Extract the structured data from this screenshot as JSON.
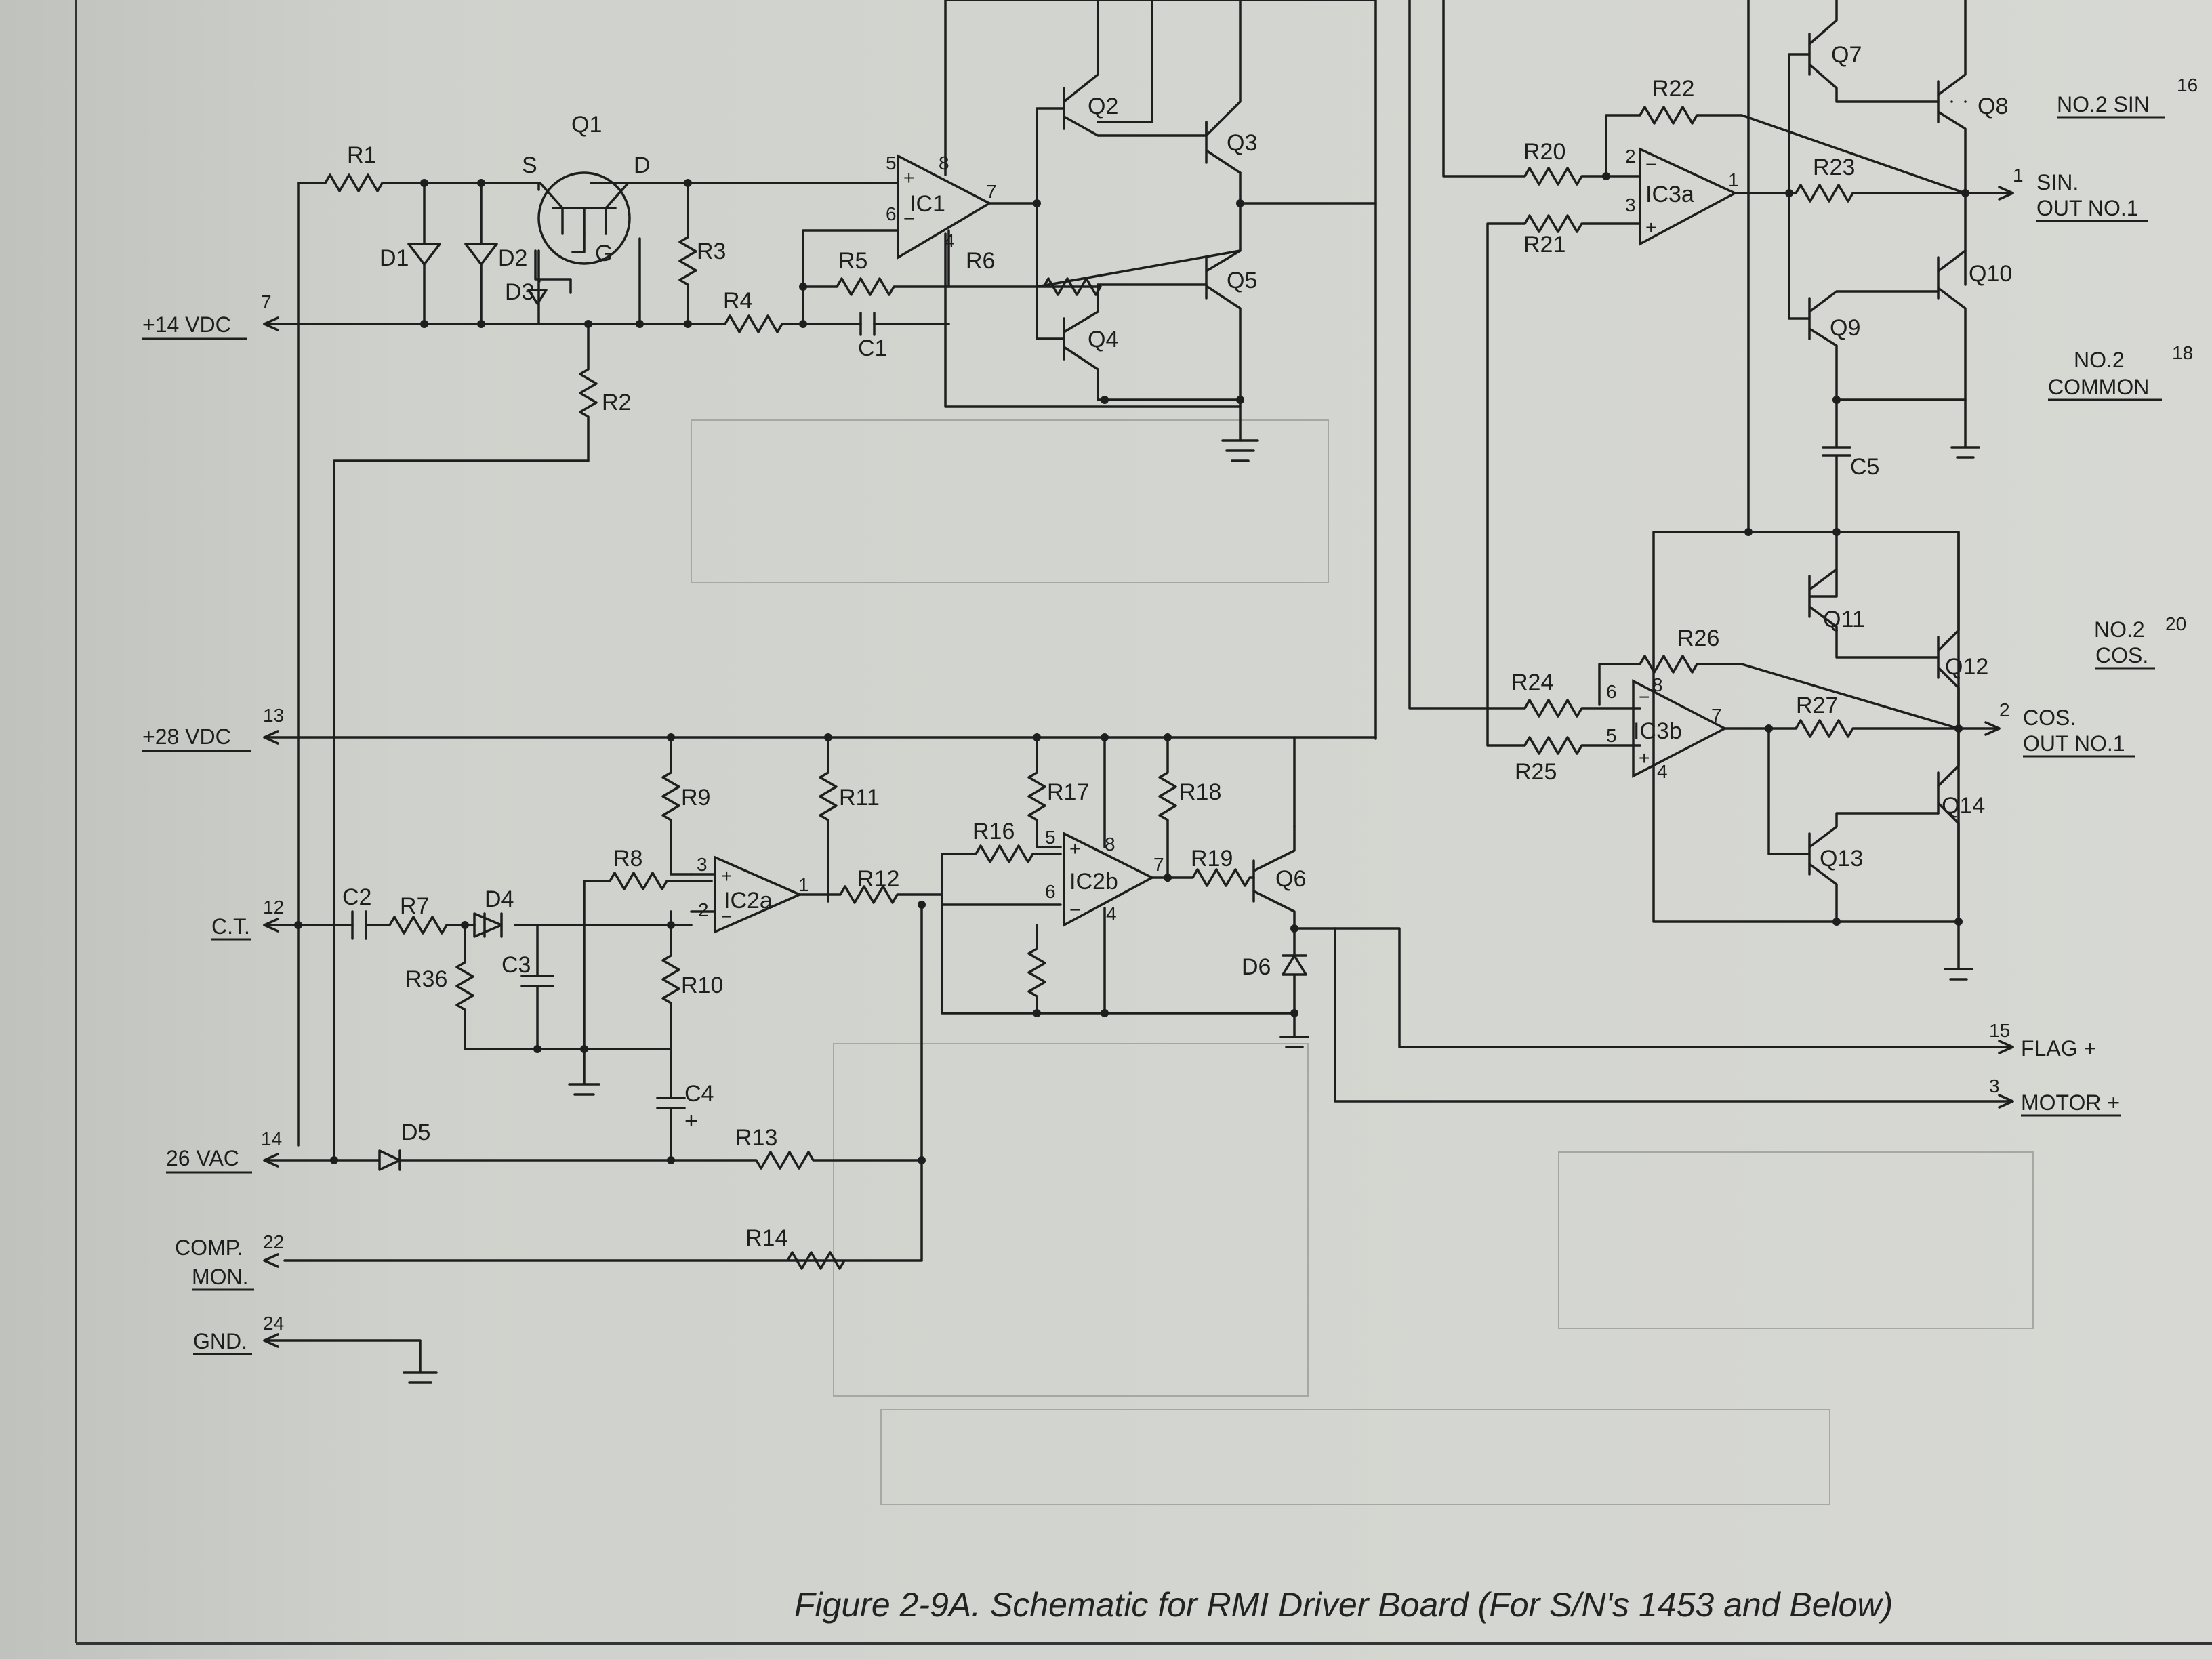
{
  "caption": "Figure 2-9A. Schematic for RMI Driver Board (For S/N's 1453 and Below)",
  "connectors": [
    {
      "id": "p7",
      "pin": "7",
      "label": "+14 VDC"
    },
    {
      "id": "p13",
      "pin": "13",
      "label": "+28 VDC"
    },
    {
      "id": "p12",
      "pin": "12",
      "label": "C.T."
    },
    {
      "id": "p14",
      "pin": "14",
      "label": "26 VAC"
    },
    {
      "id": "p22",
      "pin": "22",
      "label_line1": "COMP.",
      "label_line2": "MON."
    },
    {
      "id": "p24",
      "pin": "24",
      "label": "GND."
    },
    {
      "id": "p16",
      "pin": "16",
      "label": "NO.2 SIN"
    },
    {
      "id": "p1",
      "pin": "1",
      "label_line1": "SIN.",
      "label_line2": "OUT NO.1"
    },
    {
      "id": "p18",
      "pin": "18",
      "label_line1": "NO.2",
      "label_line2": "COMMON"
    },
    {
      "id": "p20",
      "pin": "20",
      "label_line1": "NO.2",
      "label_line2": "COS."
    },
    {
      "id": "p2",
      "pin": "2",
      "label_line1": "COS.",
      "label_line2": "OUT NO.1"
    },
    {
      "id": "p15",
      "pin": "15",
      "label": "FLAG +"
    },
    {
      "id": "p3",
      "pin": "3",
      "label": "MOTOR +"
    }
  ],
  "resistors": [
    "R1",
    "R2",
    "R3",
    "R4",
    "R5",
    "R6",
    "R7",
    "R8",
    "R9",
    "R10",
    "R11",
    "R12",
    "R13",
    "R14",
    "R16",
    "R17",
    "R18",
    "R19",
    "R20",
    "R21",
    "R22",
    "R23",
    "R24",
    "R25",
    "R26",
    "R27",
    "R36"
  ],
  "capacitors": [
    "C1",
    "C2",
    "C3",
    "C4",
    "C5"
  ],
  "diodes": [
    "D1",
    "D2",
    "D3",
    "D4",
    "D5",
    "D6"
  ],
  "transistors": [
    "Q1",
    "Q2",
    "Q3",
    "Q4",
    "Q5",
    "Q6",
    "Q7",
    "Q8",
    "Q9",
    "Q10",
    "Q11",
    "Q12",
    "Q13",
    "Q14"
  ],
  "ics": [
    "IC1",
    "IC2a",
    "IC2b",
    "IC3a",
    "IC3b"
  ],
  "q1_pins": {
    "s": "S",
    "d": "D",
    "g": "G"
  },
  "ic_pins": {
    "ic1": [
      "5",
      "6",
      "8",
      "7",
      "4"
    ],
    "ic2a": [
      "3",
      "2",
      "1"
    ],
    "ic2b": [
      "5",
      "6",
      "8",
      "7",
      "4"
    ],
    "ic3a": [
      "2",
      "3",
      "1"
    ],
    "ic3b": [
      "6",
      "5",
      "8",
      "7",
      "4"
    ]
  },
  "signs": {
    "plus": "+",
    "minus": "−"
  },
  "c4_polarity": "+"
}
